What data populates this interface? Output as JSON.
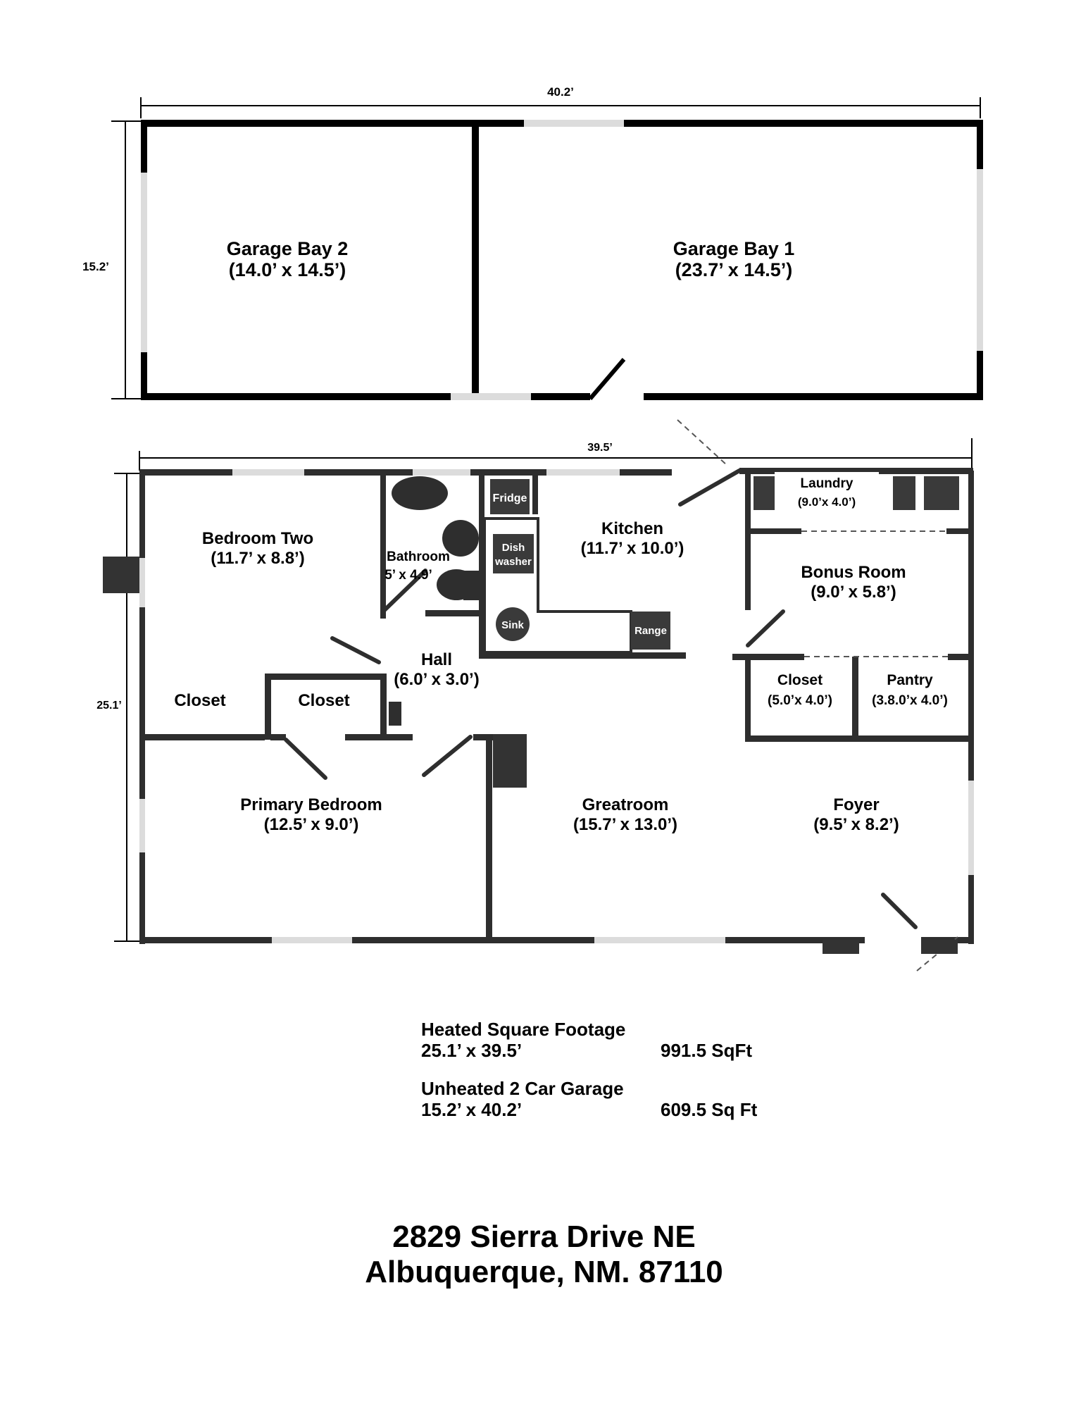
{
  "garage": {
    "width_dim": "40.2’",
    "depth_dim": "15.2’",
    "rooms": [
      {
        "name": "Garage Bay 2",
        "size": "(14.0’ x 14.5’)"
      },
      {
        "name": "Garage Bay 1",
        "size": "(23.7’ x 14.5’)"
      }
    ]
  },
  "house": {
    "width_dim": "39.5’",
    "depth_dim": "25.1’",
    "rooms": {
      "bedroom_two": {
        "name": "Bedroom Two",
        "size": "(11.7’ x 8.8’)"
      },
      "bathroom": {
        "name": "Bathroom",
        "size": "5’ x 4.9’"
      },
      "kitchen": {
        "name": "Kitchen",
        "size": "(11.7’ x 10.0’)"
      },
      "laundry": {
        "name": "Laundry",
        "size": "(9.0’x 4.0’)"
      },
      "bonus_room": {
        "name": "Bonus Room",
        "size": "(9.0’ x 5.8’)"
      },
      "hall": {
        "name": "Hall",
        "size": "(6.0’ x 3.0’)"
      },
      "closet_left": {
        "name": "Closet"
      },
      "closet_mid": {
        "name": "Closet"
      },
      "closet_right": {
        "name": "Closet",
        "size": "(5.0’x 4.0’)"
      },
      "pantry": {
        "name": "Pantry",
        "size": "(3.8.0’x 4.0’)"
      },
      "primary_bedroom": {
        "name": "Primary Bedroom",
        "size": "(12.5’ x 9.0’)"
      },
      "greatroom": {
        "name": "Greatroom",
        "size": "(15.7’ x 13.0’)"
      },
      "foyer": {
        "name": "Foyer",
        "size": "(9.5’ x 8.2’)"
      }
    },
    "fixtures": {
      "fridge": "Fridge",
      "dishwasher_1": "Dish",
      "dishwasher_2": "washer",
      "sink": "Sink",
      "range": "Range"
    }
  },
  "summary": {
    "heated_title": "Heated Square Footage",
    "heated_dims": "25.1’ x 39.5’",
    "heated_area": "991.5 SqFt",
    "garage_title": "Unheated 2 Car Garage",
    "garage_dims": "15.2’ x 40.2’",
    "garage_area": "609.5 Sq Ft"
  },
  "address": {
    "line1": "2829 Sierra Drive NE",
    "line2": "Albuquerque, NM. 87110"
  }
}
